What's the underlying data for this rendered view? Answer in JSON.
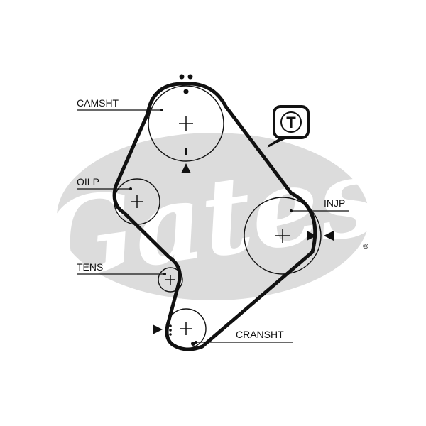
{
  "labels": {
    "camsht": "CAMSHT",
    "oilp": "OILP",
    "tens": "TENS",
    "injp": "INJP",
    "cransht": "CRANSHT"
  },
  "badge": {
    "letter": "T"
  },
  "logo": {
    "text": "Gates",
    "registered": "®"
  },
  "colors": {
    "line": "#111111",
    "logo_gray": "#dcdcdc",
    "background": "#ffffff"
  },
  "icons": [
    "timing-marks-icon",
    "tension-arrow-icon",
    "tensioner-badge-icon"
  ]
}
